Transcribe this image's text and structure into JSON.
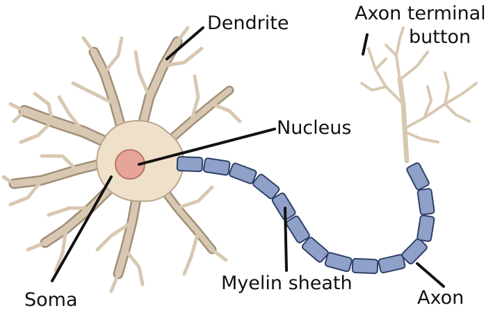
{
  "labels": {
    "dendrite": "Dendrite",
    "axon_terminal_line1": "Axon terminal",
    "axon_terminal_line2": "button",
    "nucleus": "Nucleus",
    "soma": "Soma",
    "myelin_sheath": "Myelin sheath",
    "axon": "Axon"
  },
  "colors": {
    "soma_fill": "#efe0c9",
    "soma_outline": "#b9a58c",
    "dendrite_stroke": "#d8c8b2",
    "dendrite_edge": "#a08e78",
    "nucleus_fill": "#e6a49b",
    "nucleus_outline": "#b97469",
    "myelin_fill": "#8fa1c9",
    "myelin_outline": "#2f3f68",
    "axon_core": "#d8c8b2",
    "leader_line": "#111111",
    "label_text": "#111111"
  }
}
